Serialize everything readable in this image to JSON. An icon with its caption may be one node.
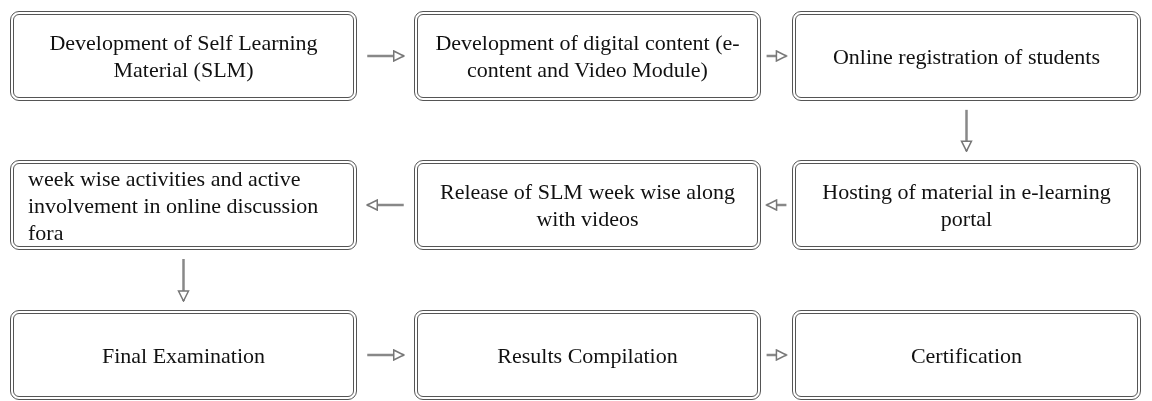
{
  "diagram": {
    "nodes": [
      {
        "text": [
          "Development of Self Learning Material (SLM)"
        ]
      },
      {
        "text": [
          "Development of digital content (e-content and Video Module)"
        ]
      },
      {
        "text": [
          "Online registration of students"
        ]
      },
      {
        "text": [
          "week wise activities and active involvement in online discussion fora"
        ]
      },
      {
        "text": [
          "Release of SLM week wise along with videos"
        ]
      },
      {
        "text": [
          "Hosting of material in e-learning portal"
        ]
      },
      {
        "text": [
          "Final Examination"
        ]
      },
      {
        "text": [
          "Results Compilation"
        ]
      },
      {
        "text": [
          "Certification"
        ]
      }
    ],
    "edges": [
      {
        "from": 0,
        "to": 1,
        "arrow": "to"
      },
      {
        "from": 1,
        "to": 2,
        "arrow": "to"
      },
      {
        "from": 2,
        "to": 5,
        "arrow": "to"
      },
      {
        "from": 5,
        "to": 4,
        "arrow": "to"
      },
      {
        "from": 4,
        "to": 3,
        "arrow": "to"
      },
      {
        "from": 3,
        "to": 6,
        "arrow": "to"
      },
      {
        "from": 6,
        "to": 7,
        "arrow": "to"
      },
      {
        "from": 7,
        "to": 8,
        "arrow": "to"
      }
    ]
  }
}
